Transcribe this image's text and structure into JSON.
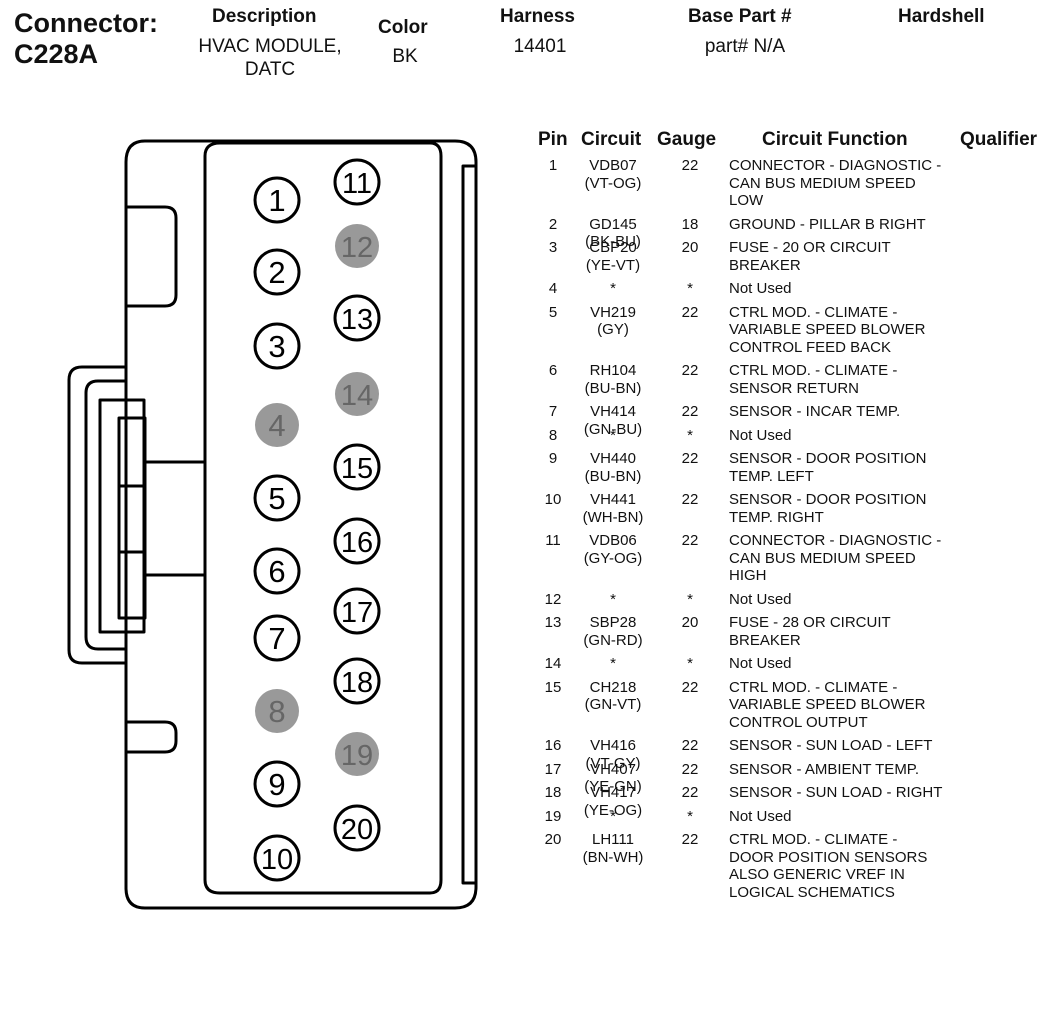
{
  "header": {
    "connector_label": "Connector:",
    "connector_id": "C228A",
    "description_label": "Description",
    "description_value": [
      "HVAC MODULE,",
      "DATC"
    ],
    "color_label": "Color",
    "color_value": "BK",
    "harness_label": "Harness",
    "harness_value": "14401",
    "base_part_label": "Base Part #",
    "base_part_value": "part# N/A",
    "hardshell_label": "Hardshell"
  },
  "table": {
    "headers": {
      "pin": "Pin",
      "circuit": "Circuit",
      "gauge": "Gauge",
      "function": "Circuit Function",
      "qualifier": "Qualifier"
    },
    "rows": [
      {
        "pin": "1",
        "circuit": [
          "VDB07",
          "(VT-OG)"
        ],
        "gauge": "22",
        "function": [
          "CONNECTOR - DIAGNOSTIC -",
          "CAN BUS MEDIUM SPEED",
          "LOW"
        ],
        "qualifier": ""
      },
      {
        "pin": "2",
        "circuit": [
          "GD145",
          "(BK-BU)"
        ],
        "gauge": "18",
        "function": [
          "GROUND - PILLAR B RIGHT"
        ],
        "qualifier": ""
      },
      {
        "pin": "3",
        "circuit": [
          "CBP20",
          "(YE-VT)"
        ],
        "gauge": "20",
        "function": [
          "FUSE - 20 OR CIRCUIT",
          "BREAKER"
        ],
        "qualifier": ""
      },
      {
        "pin": "4",
        "circuit": [
          "*"
        ],
        "gauge": "*",
        "function": [
          "Not Used"
        ],
        "qualifier": ""
      },
      {
        "pin": "5",
        "circuit": [
          "VH219",
          "(GY)"
        ],
        "gauge": "22",
        "function": [
          "CTRL MOD. - CLIMATE -",
          "VARIABLE SPEED BLOWER",
          "CONTROL FEED BACK"
        ],
        "qualifier": ""
      },
      {
        "pin": "6",
        "circuit": [
          "RH104",
          "(BU-BN)"
        ],
        "gauge": "22",
        "function": [
          "CTRL MOD. - CLIMATE -",
          "SENSOR RETURN"
        ],
        "qualifier": ""
      },
      {
        "pin": "7",
        "circuit": [
          "VH414",
          "(GN-BU)"
        ],
        "gauge": "22",
        "function": [
          "SENSOR - INCAR TEMP."
        ],
        "qualifier": ""
      },
      {
        "pin": "8",
        "circuit": [
          "*"
        ],
        "gauge": "*",
        "function": [
          "Not Used"
        ],
        "qualifier": ""
      },
      {
        "pin": "9",
        "circuit": [
          "VH440",
          "(BU-BN)"
        ],
        "gauge": "22",
        "function": [
          "SENSOR - DOOR POSITION",
          "TEMP. LEFT"
        ],
        "qualifier": ""
      },
      {
        "pin": "10",
        "circuit": [
          "VH441",
          "(WH-BN)"
        ],
        "gauge": "22",
        "function": [
          "SENSOR - DOOR POSITION",
          "TEMP. RIGHT"
        ],
        "qualifier": ""
      },
      {
        "pin": "11",
        "circuit": [
          "VDB06",
          "(GY-OG)"
        ],
        "gauge": "22",
        "function": [
          "CONNECTOR - DIAGNOSTIC -",
          "CAN BUS MEDIUM SPEED",
          "HIGH"
        ],
        "qualifier": ""
      },
      {
        "pin": "12",
        "circuit": [
          "*"
        ],
        "gauge": "*",
        "function": [
          "Not Used"
        ],
        "qualifier": ""
      },
      {
        "pin": "13",
        "circuit": [
          "SBP28",
          "(GN-RD)"
        ],
        "gauge": "20",
        "function": [
          "FUSE - 28 OR CIRCUIT",
          "BREAKER"
        ],
        "qualifier": ""
      },
      {
        "pin": "14",
        "circuit": [
          "*"
        ],
        "gauge": "*",
        "function": [
          "Not Used"
        ],
        "qualifier": ""
      },
      {
        "pin": "15",
        "circuit": [
          "CH218",
          "(GN-VT)"
        ],
        "gauge": "22",
        "function": [
          "CTRL MOD. - CLIMATE -",
          "VARIABLE SPEED BLOWER",
          "CONTROL OUTPUT"
        ],
        "qualifier": ""
      },
      {
        "pin": "16",
        "circuit": [
          "VH416",
          "(VT-GY)"
        ],
        "gauge": "22",
        "function": [
          "SENSOR - SUN LOAD - LEFT"
        ],
        "qualifier": ""
      },
      {
        "pin": "17",
        "circuit": [
          "VH407",
          "(YE-GN)"
        ],
        "gauge": "22",
        "function": [
          "SENSOR - AMBIENT TEMP."
        ],
        "qualifier": ""
      },
      {
        "pin": "18",
        "circuit": [
          "VH417",
          "(YE-OG)"
        ],
        "gauge": "22",
        "function": [
          "SENSOR - SUN LOAD - RIGHT"
        ],
        "qualifier": ""
      },
      {
        "pin": "19",
        "circuit": [
          "*"
        ],
        "gauge": "*",
        "function": [
          "Not Used"
        ],
        "qualifier": ""
      },
      {
        "pin": "20",
        "circuit": [
          "LH111",
          "(BN-WH)"
        ],
        "gauge": "22",
        "function": [
          "CTRL MOD. - CLIMATE -",
          "DOOR POSITION SENSORS",
          "ALSO GENERIC VREF IN",
          "LOGICAL SCHEMATICS"
        ],
        "qualifier": ""
      }
    ]
  },
  "diagram": {
    "pins": [
      {
        "label": "1",
        "used": true
      },
      {
        "label": "2",
        "used": true
      },
      {
        "label": "3",
        "used": true
      },
      {
        "label": "4",
        "used": false
      },
      {
        "label": "5",
        "used": true
      },
      {
        "label": "6",
        "used": true
      },
      {
        "label": "7",
        "used": true
      },
      {
        "label": "8",
        "used": false
      },
      {
        "label": "9",
        "used": true
      },
      {
        "label": "10",
        "used": true
      },
      {
        "label": "11",
        "used": true
      },
      {
        "label": "12",
        "used": false
      },
      {
        "label": "13",
        "used": true
      },
      {
        "label": "14",
        "used": false
      },
      {
        "label": "15",
        "used": true
      },
      {
        "label": "16",
        "used": true
      },
      {
        "label": "17",
        "used": true
      },
      {
        "label": "18",
        "used": true
      },
      {
        "label": "19",
        "used": false
      },
      {
        "label": "20",
        "used": true
      }
    ],
    "colors": {
      "outline": "#000000",
      "unused_fill": "#999999",
      "unused_text": "#666666"
    }
  }
}
